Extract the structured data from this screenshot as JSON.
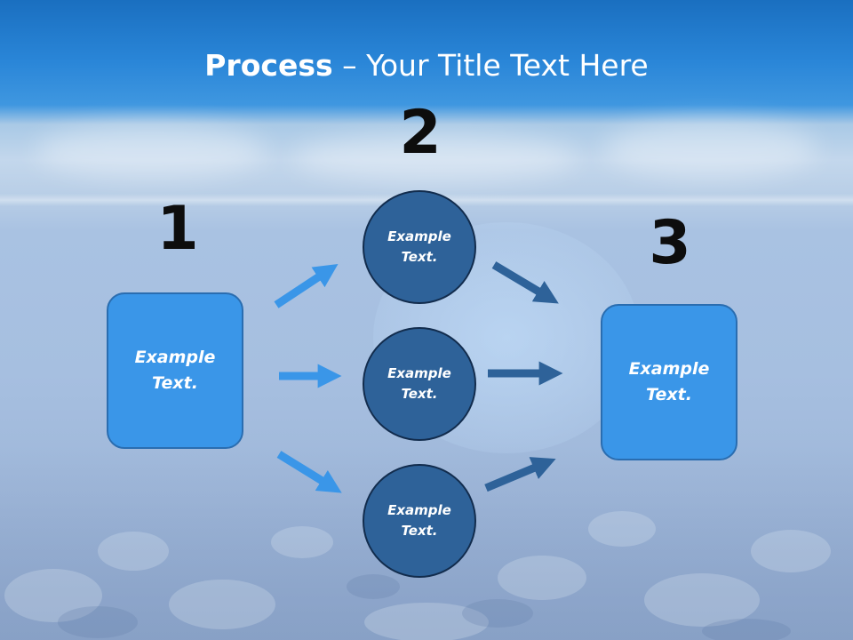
{
  "title": {
    "bold": "Process",
    "rest": " – Your Title Text Here"
  },
  "steps": {
    "one": "1",
    "two": "2",
    "three": "3"
  },
  "boxes": {
    "left": "Example Text.",
    "right": "Example Text."
  },
  "circles": {
    "top": "Example Text.",
    "middle": "Example Text.",
    "bottom": "Example Text."
  },
  "colors": {
    "box_fill": "#3a96e8",
    "circle_fill": "#2e6299",
    "arrow_light": "#3a96e8",
    "arrow_dark": "#2e6299",
    "title_text": "#ffffff"
  }
}
